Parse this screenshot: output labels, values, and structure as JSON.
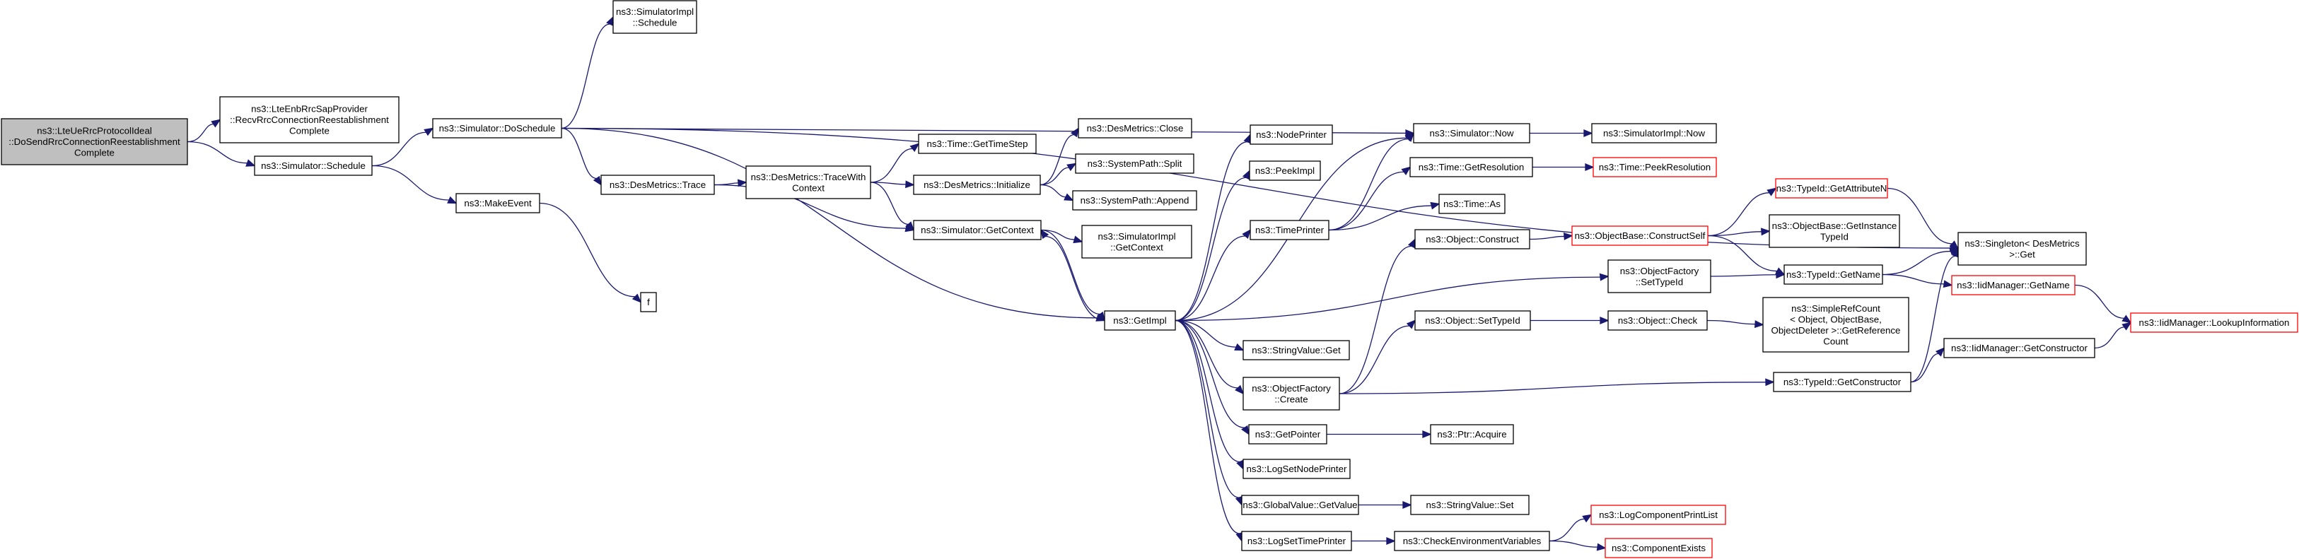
{
  "colors": {
    "edge": "#191970",
    "node_border": "#000000",
    "truncated_border": "#ff0000",
    "root_fill": "#bfbfbf",
    "node_fill": "#ffffff"
  },
  "nodes": [
    {
      "id": "root",
      "lines": [
        "ns3::LteUeRrcProtocolIdeal",
        "::DoSendRrcConnectionReestablishment",
        "Complete"
      ],
      "root": true
    },
    {
      "id": "recv",
      "lines": [
        "ns3::LteEnbRrcSapProvider",
        "::RecvRrcConnectionReestablishment",
        "Complete"
      ]
    },
    {
      "id": "schedule",
      "lines": [
        "ns3::Simulator::Schedule"
      ]
    },
    {
      "id": "doSchedule",
      "lines": [
        "ns3::Simulator::DoSchedule"
      ]
    },
    {
      "id": "makeEvent",
      "lines": [
        "ns3::MakeEvent"
      ]
    },
    {
      "id": "f",
      "lines": [
        "f"
      ]
    },
    {
      "id": "simImplSchedule",
      "lines": [
        "ns3::SimulatorImpl",
        "::Schedule"
      ]
    },
    {
      "id": "desTrace",
      "lines": [
        "ns3::DesMetrics::Trace"
      ]
    },
    {
      "id": "traceWithContext",
      "lines": [
        "ns3::DesMetrics::TraceWith",
        "Context"
      ]
    },
    {
      "id": "getTimeStep",
      "lines": [
        "ns3::Time::GetTimeStep"
      ]
    },
    {
      "id": "desInit",
      "lines": [
        "ns3::DesMetrics::Initialize"
      ]
    },
    {
      "id": "desClose",
      "lines": [
        "ns3::DesMetrics::Close"
      ]
    },
    {
      "id": "pathSplit",
      "lines": [
        "ns3::SystemPath::Split"
      ]
    },
    {
      "id": "pathAppend",
      "lines": [
        "ns3::SystemPath::Append"
      ]
    },
    {
      "id": "getContext",
      "lines": [
        "ns3::Simulator::GetContext"
      ]
    },
    {
      "id": "implGetContext",
      "lines": [
        "ns3::SimulatorImpl",
        "::GetContext"
      ]
    },
    {
      "id": "getImpl",
      "lines": [
        "ns3::GetImpl"
      ]
    },
    {
      "id": "nodePrinter",
      "lines": [
        "ns3::NodePrinter"
      ]
    },
    {
      "id": "peekImpl",
      "lines": [
        "ns3::PeekImpl"
      ]
    },
    {
      "id": "timePrinter",
      "lines": [
        "ns3::TimePrinter"
      ]
    },
    {
      "id": "stringGet",
      "lines": [
        "ns3::StringValue::Get"
      ]
    },
    {
      "id": "ofCreate",
      "lines": [
        "ns3::ObjectFactory",
        "::Create"
      ]
    },
    {
      "id": "getPointer",
      "lines": [
        "ns3::GetPointer"
      ]
    },
    {
      "id": "logSetNode",
      "lines": [
        "ns3::LogSetNodePrinter"
      ]
    },
    {
      "id": "globalGet",
      "lines": [
        "ns3::GlobalValue::GetValue"
      ]
    },
    {
      "id": "logSetTime",
      "lines": [
        "ns3::LogSetTimePrinter"
      ]
    },
    {
      "id": "simNow",
      "lines": [
        "ns3::Simulator::Now"
      ]
    },
    {
      "id": "implNow",
      "lines": [
        "ns3::SimulatorImpl::Now"
      ]
    },
    {
      "id": "getResolution",
      "lines": [
        "ns3::Time::GetResolution"
      ]
    },
    {
      "id": "peekResolution",
      "lines": [
        "ns3::Time::PeekResolution"
      ],
      "trunc": true
    },
    {
      "id": "timeAs",
      "lines": [
        "ns3::Time::As"
      ]
    },
    {
      "id": "objConstruct",
      "lines": [
        "ns3::Object::Construct"
      ]
    },
    {
      "id": "constructSelf",
      "lines": [
        "ns3::ObjectBase::ConstructSelf"
      ],
      "trunc": true
    },
    {
      "id": "ofSetTypeId",
      "lines": [
        "ns3::ObjectFactory",
        "::SetTypeId"
      ]
    },
    {
      "id": "objSetTypeId",
      "lines": [
        "ns3::Object::SetTypeId"
      ]
    },
    {
      "id": "objCheck",
      "lines": [
        "ns3::Object::Check"
      ]
    },
    {
      "id": "refCount",
      "lines": [
        "ns3::SimpleRefCount",
        "< Object, ObjectBase,",
        "ObjectDeleter >::GetReference",
        "Count"
      ]
    },
    {
      "id": "ptrAcquire",
      "lines": [
        "ns3::Ptr::Acquire"
      ]
    },
    {
      "id": "stringSet",
      "lines": [
        "ns3::StringValue::Set"
      ]
    },
    {
      "id": "checkEnv",
      "lines": [
        "ns3::CheckEnvironmentVariables"
      ]
    },
    {
      "id": "logCompPrint",
      "lines": [
        "ns3::LogComponentPrintList"
      ],
      "trunc": true
    },
    {
      "id": "compExists",
      "lines": [
        "ns3::ComponentExists"
      ],
      "trunc": true
    },
    {
      "id": "getAttrN",
      "lines": [
        "ns3::TypeId::GetAttributeN"
      ],
      "trunc": true
    },
    {
      "id": "getInstanceTypeId",
      "lines": [
        "ns3::ObjectBase::GetInstance",
        "TypeId"
      ]
    },
    {
      "id": "typeGetName",
      "lines": [
        "ns3::TypeId::GetName"
      ]
    },
    {
      "id": "typeGetCtor",
      "lines": [
        "ns3::TypeId::GetConstructor"
      ]
    },
    {
      "id": "singletonGet",
      "lines": [
        "ns3::Singleton< DesMetrics",
        ">::Get"
      ]
    },
    {
      "id": "iidGetName",
      "lines": [
        "ns3::IidManager::GetName"
      ],
      "trunc": true
    },
    {
      "id": "iidGetCtor",
      "lines": [
        "ns3::IidManager::GetConstructor"
      ]
    },
    {
      "id": "iidLookup",
      "lines": [
        "ns3::IidManager::LookupInformation"
      ],
      "trunc": true
    }
  ],
  "edges": [
    [
      "root",
      "recv"
    ],
    [
      "root",
      "schedule"
    ],
    [
      "schedule",
      "doSchedule"
    ],
    [
      "schedule",
      "makeEvent"
    ],
    [
      "makeEvent",
      "f"
    ],
    [
      "doSchedule",
      "simImplSchedule"
    ],
    [
      "doSchedule",
      "simNow"
    ],
    [
      "doSchedule",
      "singletonGet"
    ],
    [
      "doSchedule",
      "desTrace"
    ],
    [
      "doSchedule",
      "getImpl"
    ],
    [
      "desTrace",
      "traceWithContext"
    ],
    [
      "desTrace",
      "getContext"
    ],
    [
      "traceWithContext",
      "getTimeStep"
    ],
    [
      "traceWithContext",
      "desInit"
    ],
    [
      "traceWithContext",
      "getContext"
    ],
    [
      "desInit",
      "desClose"
    ],
    [
      "desInit",
      "pathSplit"
    ],
    [
      "desInit",
      "pathAppend"
    ],
    [
      "getContext",
      "implGetContext"
    ],
    [
      "getContext",
      "getImpl"
    ],
    [
      "getImpl",
      "simNow"
    ],
    [
      "getImpl",
      "getContext"
    ],
    [
      "getImpl",
      "nodePrinter"
    ],
    [
      "getImpl",
      "peekImpl"
    ],
    [
      "getImpl",
      "timePrinter"
    ],
    [
      "getImpl",
      "ofSetTypeId"
    ],
    [
      "getImpl",
      "stringGet"
    ],
    [
      "getImpl",
      "ofCreate"
    ],
    [
      "getImpl",
      "getPointer"
    ],
    [
      "getImpl",
      "logSetNode"
    ],
    [
      "getImpl",
      "globalGet"
    ],
    [
      "getImpl",
      "logSetTime"
    ],
    [
      "simNow",
      "implNow"
    ],
    [
      "timePrinter",
      "simNow"
    ],
    [
      "timePrinter",
      "getResolution"
    ],
    [
      "timePrinter",
      "timeAs"
    ],
    [
      "getResolution",
      "peekResolution"
    ],
    [
      "ofCreate",
      "objConstruct"
    ],
    [
      "ofCreate",
      "objSetTypeId"
    ],
    [
      "ofCreate",
      "typeGetCtor"
    ],
    [
      "objConstruct",
      "constructSelf"
    ],
    [
      "constructSelf",
      "getAttrN"
    ],
    [
      "constructSelf",
      "getInstanceTypeId"
    ],
    [
      "constructSelf",
      "typeGetName"
    ],
    [
      "getAttrN",
      "singletonGet"
    ],
    [
      "ofSetTypeId",
      "typeGetName"
    ],
    [
      "typeGetName",
      "singletonGet"
    ],
    [
      "typeGetName",
      "iidGetName"
    ],
    [
      "iidGetName",
      "iidLookup"
    ],
    [
      "objSetTypeId",
      "objCheck"
    ],
    [
      "objCheck",
      "refCount"
    ],
    [
      "typeGetCtor",
      "singletonGet"
    ],
    [
      "typeGetCtor",
      "iidGetCtor"
    ],
    [
      "iidGetCtor",
      "iidLookup"
    ],
    [
      "getPointer",
      "ptrAcquire"
    ],
    [
      "globalGet",
      "stringSet"
    ],
    [
      "logSetTime",
      "checkEnv"
    ],
    [
      "checkEnv",
      "logCompPrint"
    ],
    [
      "checkEnv",
      "compExists"
    ]
  ]
}
